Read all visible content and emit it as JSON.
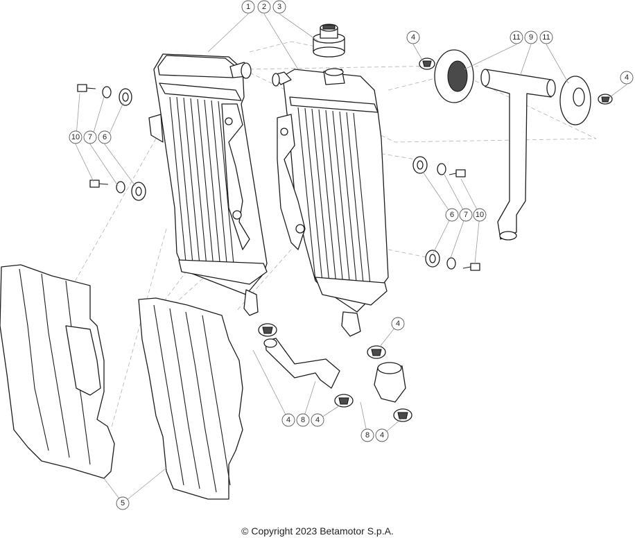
{
  "callouts": {
    "c1": "1",
    "c2": "2",
    "c3": "3",
    "c4a": "4",
    "c11a": "11",
    "c9": "9",
    "c11b": "11",
    "c4b": "4",
    "c10a": "10",
    "c7a": "7",
    "c6a": "6",
    "c6b": "6",
    "c7b": "7",
    "c10b": "10",
    "c4c": "4",
    "c4d": "4",
    "c8a": "8",
    "c4e": "4",
    "c8b": "8",
    "c4f": "4",
    "c5": "5"
  },
  "copyright": "© Copyright 2023 Betamotor S.p.A."
}
